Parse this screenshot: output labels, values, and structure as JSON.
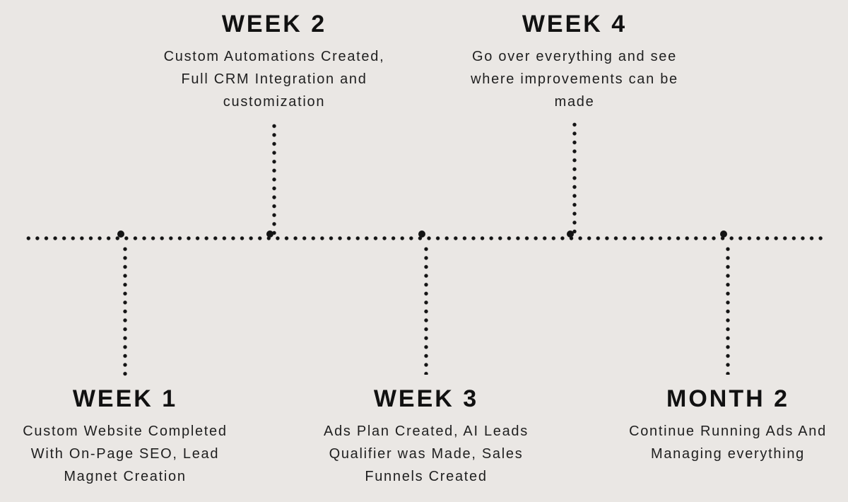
{
  "colors": {
    "background": "#eae7e4",
    "ink": "#141414"
  },
  "diagram_type": "timeline",
  "milestones": [
    {
      "id": "week-1",
      "title": "WEEK 1",
      "description": "Custom Website Completed\nWith On-Page SEO, Lead\nMagnet Creation",
      "side": "below"
    },
    {
      "id": "week-2",
      "title": "WEEK 2",
      "description": "Custom Automations Created,\nFull CRM Integration and\ncustomization",
      "side": "above"
    },
    {
      "id": "week-3",
      "title": "WEEK 3",
      "description": "Ads Plan Created, AI Leads\nQualifier was Made, Sales\nFunnels Created",
      "side": "below"
    },
    {
      "id": "week-4",
      "title": "WEEK 4",
      "description": "Go over everything and see\nwhere improvements can be\nmade",
      "side": "above"
    },
    {
      "id": "month-2",
      "title": "MONTH 2",
      "description": "Continue Running Ads And\nManaging everything",
      "side": "below"
    }
  ]
}
